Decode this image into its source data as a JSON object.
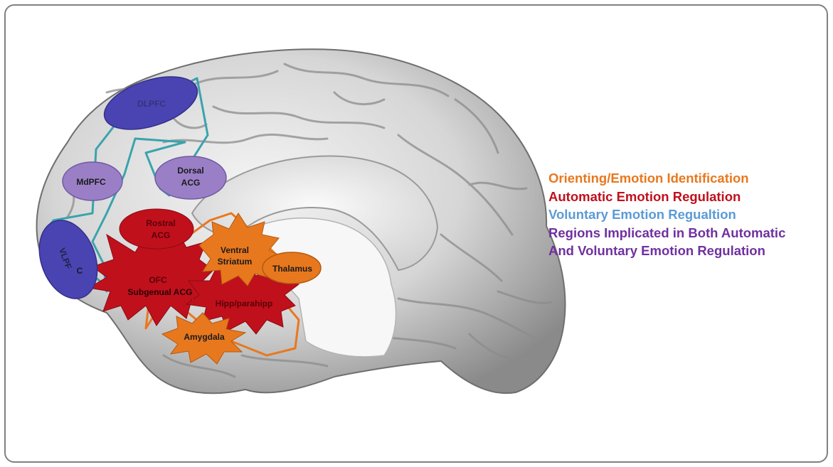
{
  "colors": {
    "orienting": "#e8781e",
    "automatic": "#c0101c",
    "voluntary": "#5b9bd5",
    "both": "#7030a0",
    "purple_region": "#9a7fc6",
    "blue_region": "#4a44b2",
    "pathway": "#3aa3ad",
    "border": "#808080"
  },
  "regions": {
    "dlpfc": "DLPFC",
    "mdpfc": "MdPFC",
    "dorsal_acg_1": "Dorsal",
    "dorsal_acg_2": "ACG",
    "rostral_acg_1": "Rostral",
    "rostral_acg_2": "ACG",
    "vlpfc_1": "VLPF",
    "vlpfc_2": "C",
    "ofc": "OFC",
    "subgenual_acg": "Subgenual ACG",
    "ventral_striatum_1": "Ventral",
    "ventral_striatum_2": "Striatum",
    "thalamus": "Thalamus",
    "hipp_parahipp": "Hipp/parahipp",
    "amygdala": "Amygdala"
  },
  "legend": {
    "orienting": "Orienting/Emotion Identification",
    "automatic": "Automatic Emotion Regulation",
    "voluntary": "Voluntary Emotion Regualtion",
    "both_1": "Regions Implicated in Both Automatic",
    "both_2": "And Voluntary Emotion Regulation"
  }
}
